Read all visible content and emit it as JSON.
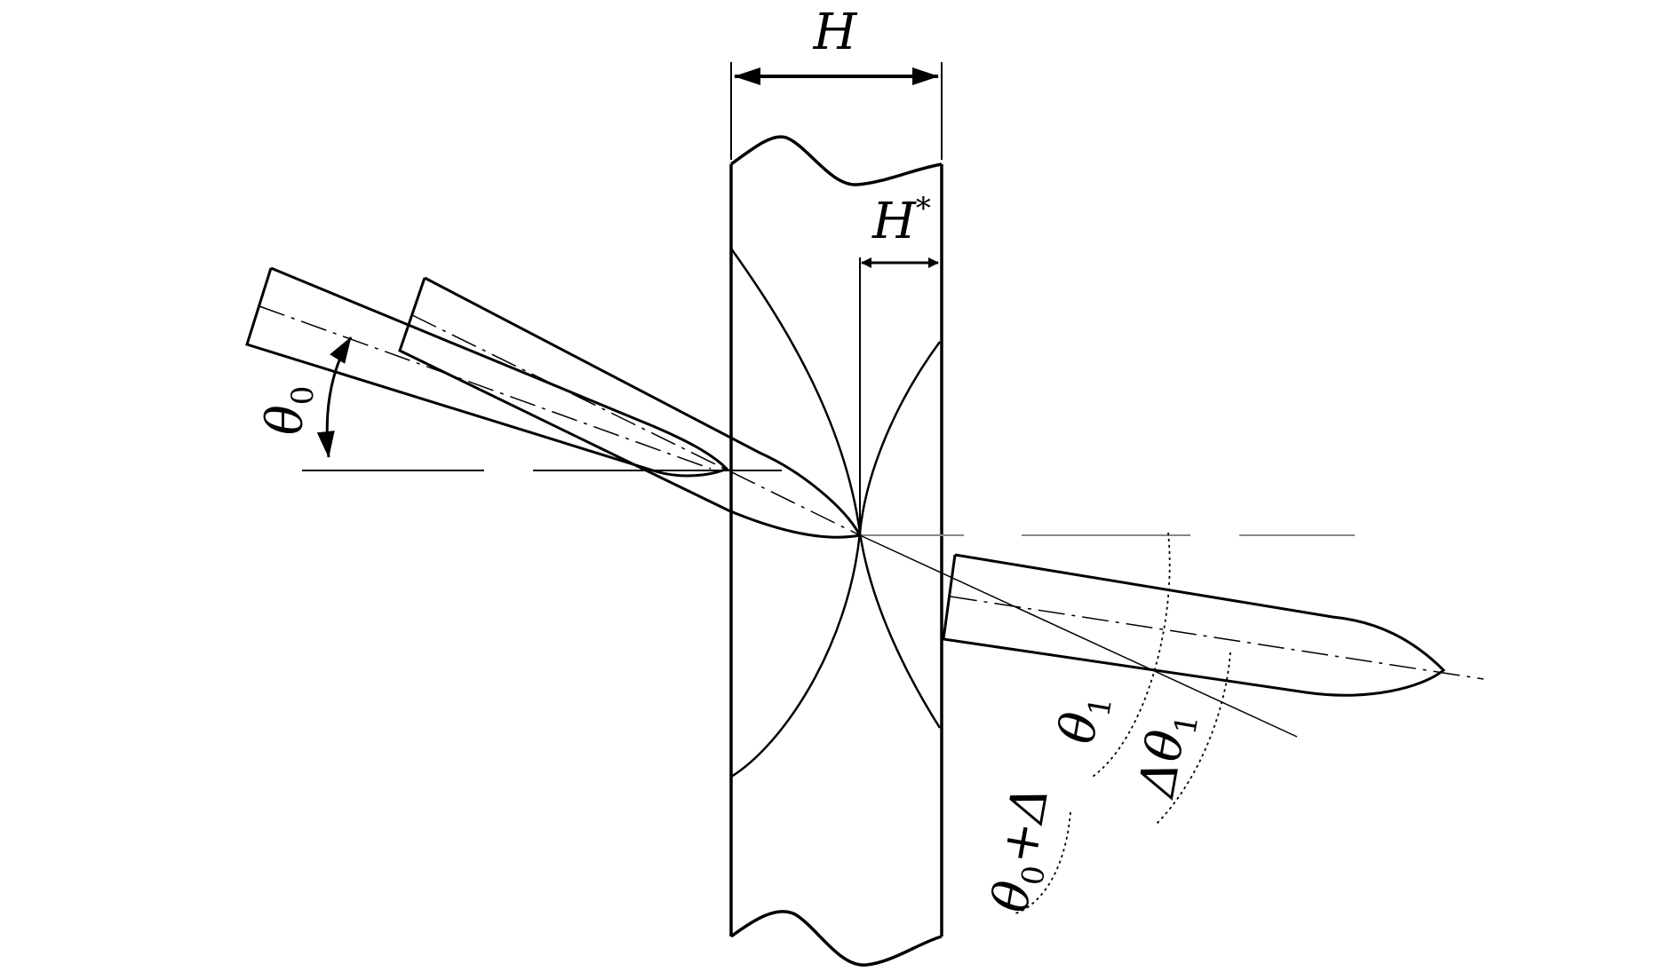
{
  "labels": {
    "thickness": "H",
    "penetration_main": "H",
    "penetration_sup": "*",
    "entry_angle_symbol": "θ",
    "entry_angle_sub": "0",
    "exit_angle_symbol": "θ",
    "exit_angle_sub": "1",
    "delta_angle_symbol": "Δθ",
    "delta_angle_sub": "1",
    "sum_angle_symbol": "θ",
    "sum_angle_sub": "0",
    "sum_angle_tail": "+Δ"
  },
  "colors": {
    "line": "#000000",
    "centerline": "#7a8a99"
  }
}
